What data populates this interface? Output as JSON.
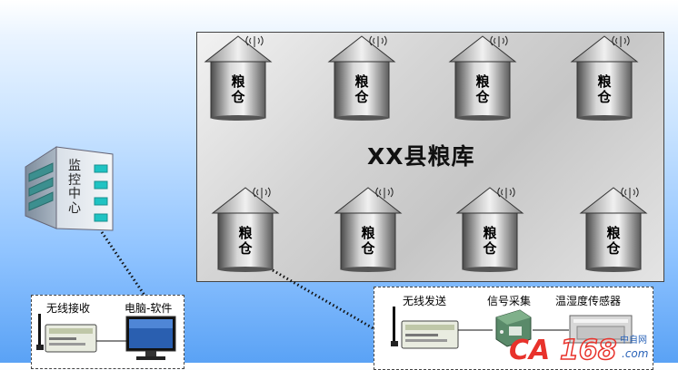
{
  "granary": {
    "title": "XX县粮库",
    "silo_label_line1": "粮",
    "silo_label_line2": "仓",
    "silo_count": 8
  },
  "monitor_center": {
    "label_chars": [
      "监",
      "控",
      "中",
      "心"
    ]
  },
  "left_panel": {
    "wireless_receive": "无线接收",
    "pc_software": "电脑-软件"
  },
  "right_panel": {
    "wireless_send": "无线发送",
    "signal_acquisition": "信号采集",
    "temp_humidity_sensor": "温湿度传感器"
  },
  "watermark": {
    "logo": "CA168",
    "cn": "中自网",
    "domain": ".com"
  },
  "colors": {
    "panel_border": "#444444",
    "link_line": "#111111",
    "brand_red": "#e8322b",
    "brand_blue": "#2a63b8"
  }
}
